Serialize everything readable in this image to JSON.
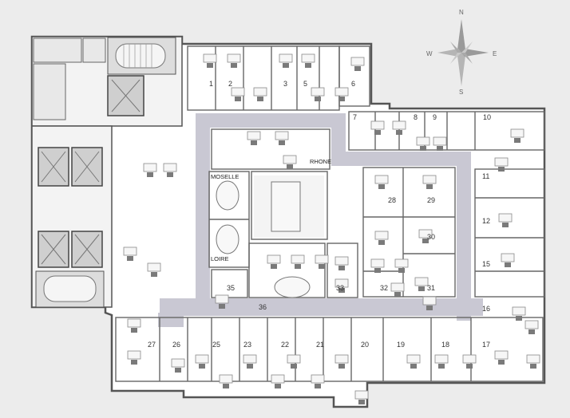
{
  "compass": {
    "north": "N",
    "south": "S",
    "east": "E",
    "west": "W"
  },
  "rooms": {
    "r1": "1",
    "r2": "2",
    "r3": "3",
    "r5": "5",
    "r6": "6",
    "r7": "7",
    "r8": "8",
    "r9": "9",
    "r10": "10",
    "r11": "11",
    "r12": "12",
    "r15": "15",
    "r16": "16",
    "r17": "17",
    "r18": "18",
    "r19": "19",
    "r20": "20",
    "r21": "21",
    "r22": "22",
    "r23": "23",
    "r25": "25",
    "r26": "26",
    "r27": "27",
    "r28": "28",
    "r29": "29",
    "r30": "30",
    "r31": "31",
    "r32": "32",
    "r33": "33",
    "r35": "35",
    "r36": "36"
  },
  "named_rooms": {
    "moselle": "MOSELLE",
    "loire": "LOIRE",
    "rhone": "RHONE"
  },
  "colors": {
    "corridor": "#c9c8d3",
    "wall": "#555555",
    "floor": "#ffffff",
    "background": "#ececec",
    "core": "#d9d9d9"
  }
}
